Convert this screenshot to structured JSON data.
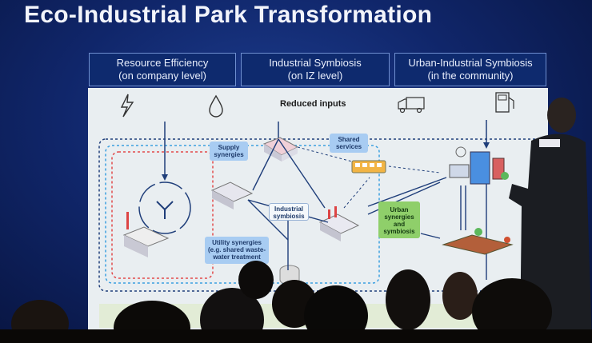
{
  "slide": {
    "title": "Eco-Industrial Park Transformation",
    "headers": [
      {
        "line1": "Resource Efficiency",
        "line2": "(on company level)"
      },
      {
        "line1": "Industrial Symbiosis",
        "line2": "(on IZ level)"
      },
      {
        "line1": "Urban-Industrial Symbiosis",
        "line2": "(in the community)"
      }
    ],
    "reduced_inputs": "Reduced inputs",
    "labels": {
      "supply_synergies": "Supply synergies",
      "shared_services": "Shared services",
      "industrial_symbiosis": "Industrial symbiosis",
      "urban_synergies": "Urban synergies and symbiosis",
      "utility_synergies_1": "Utility synergies",
      "utility_synergies_2": "(e.g. shared waste-",
      "utility_synergies_3": "water treatment"
    },
    "icons": [
      "lightning-icon",
      "water-drop-icon",
      "truck-icon",
      "fuel-pump-icon",
      "recycle-icon",
      "bus-icon",
      "factory-icon",
      "city-icon",
      "farm-icon"
    ]
  },
  "colors": {
    "background": "#10266a",
    "header_bg": "#0e2a6e",
    "slide_bg": "#e9eef1",
    "label_blue": "#a8ccf2",
    "label_green": "#8fcf6a",
    "red_boundary": "#e24a4a",
    "blue_boundary": "#3a9fe0"
  }
}
